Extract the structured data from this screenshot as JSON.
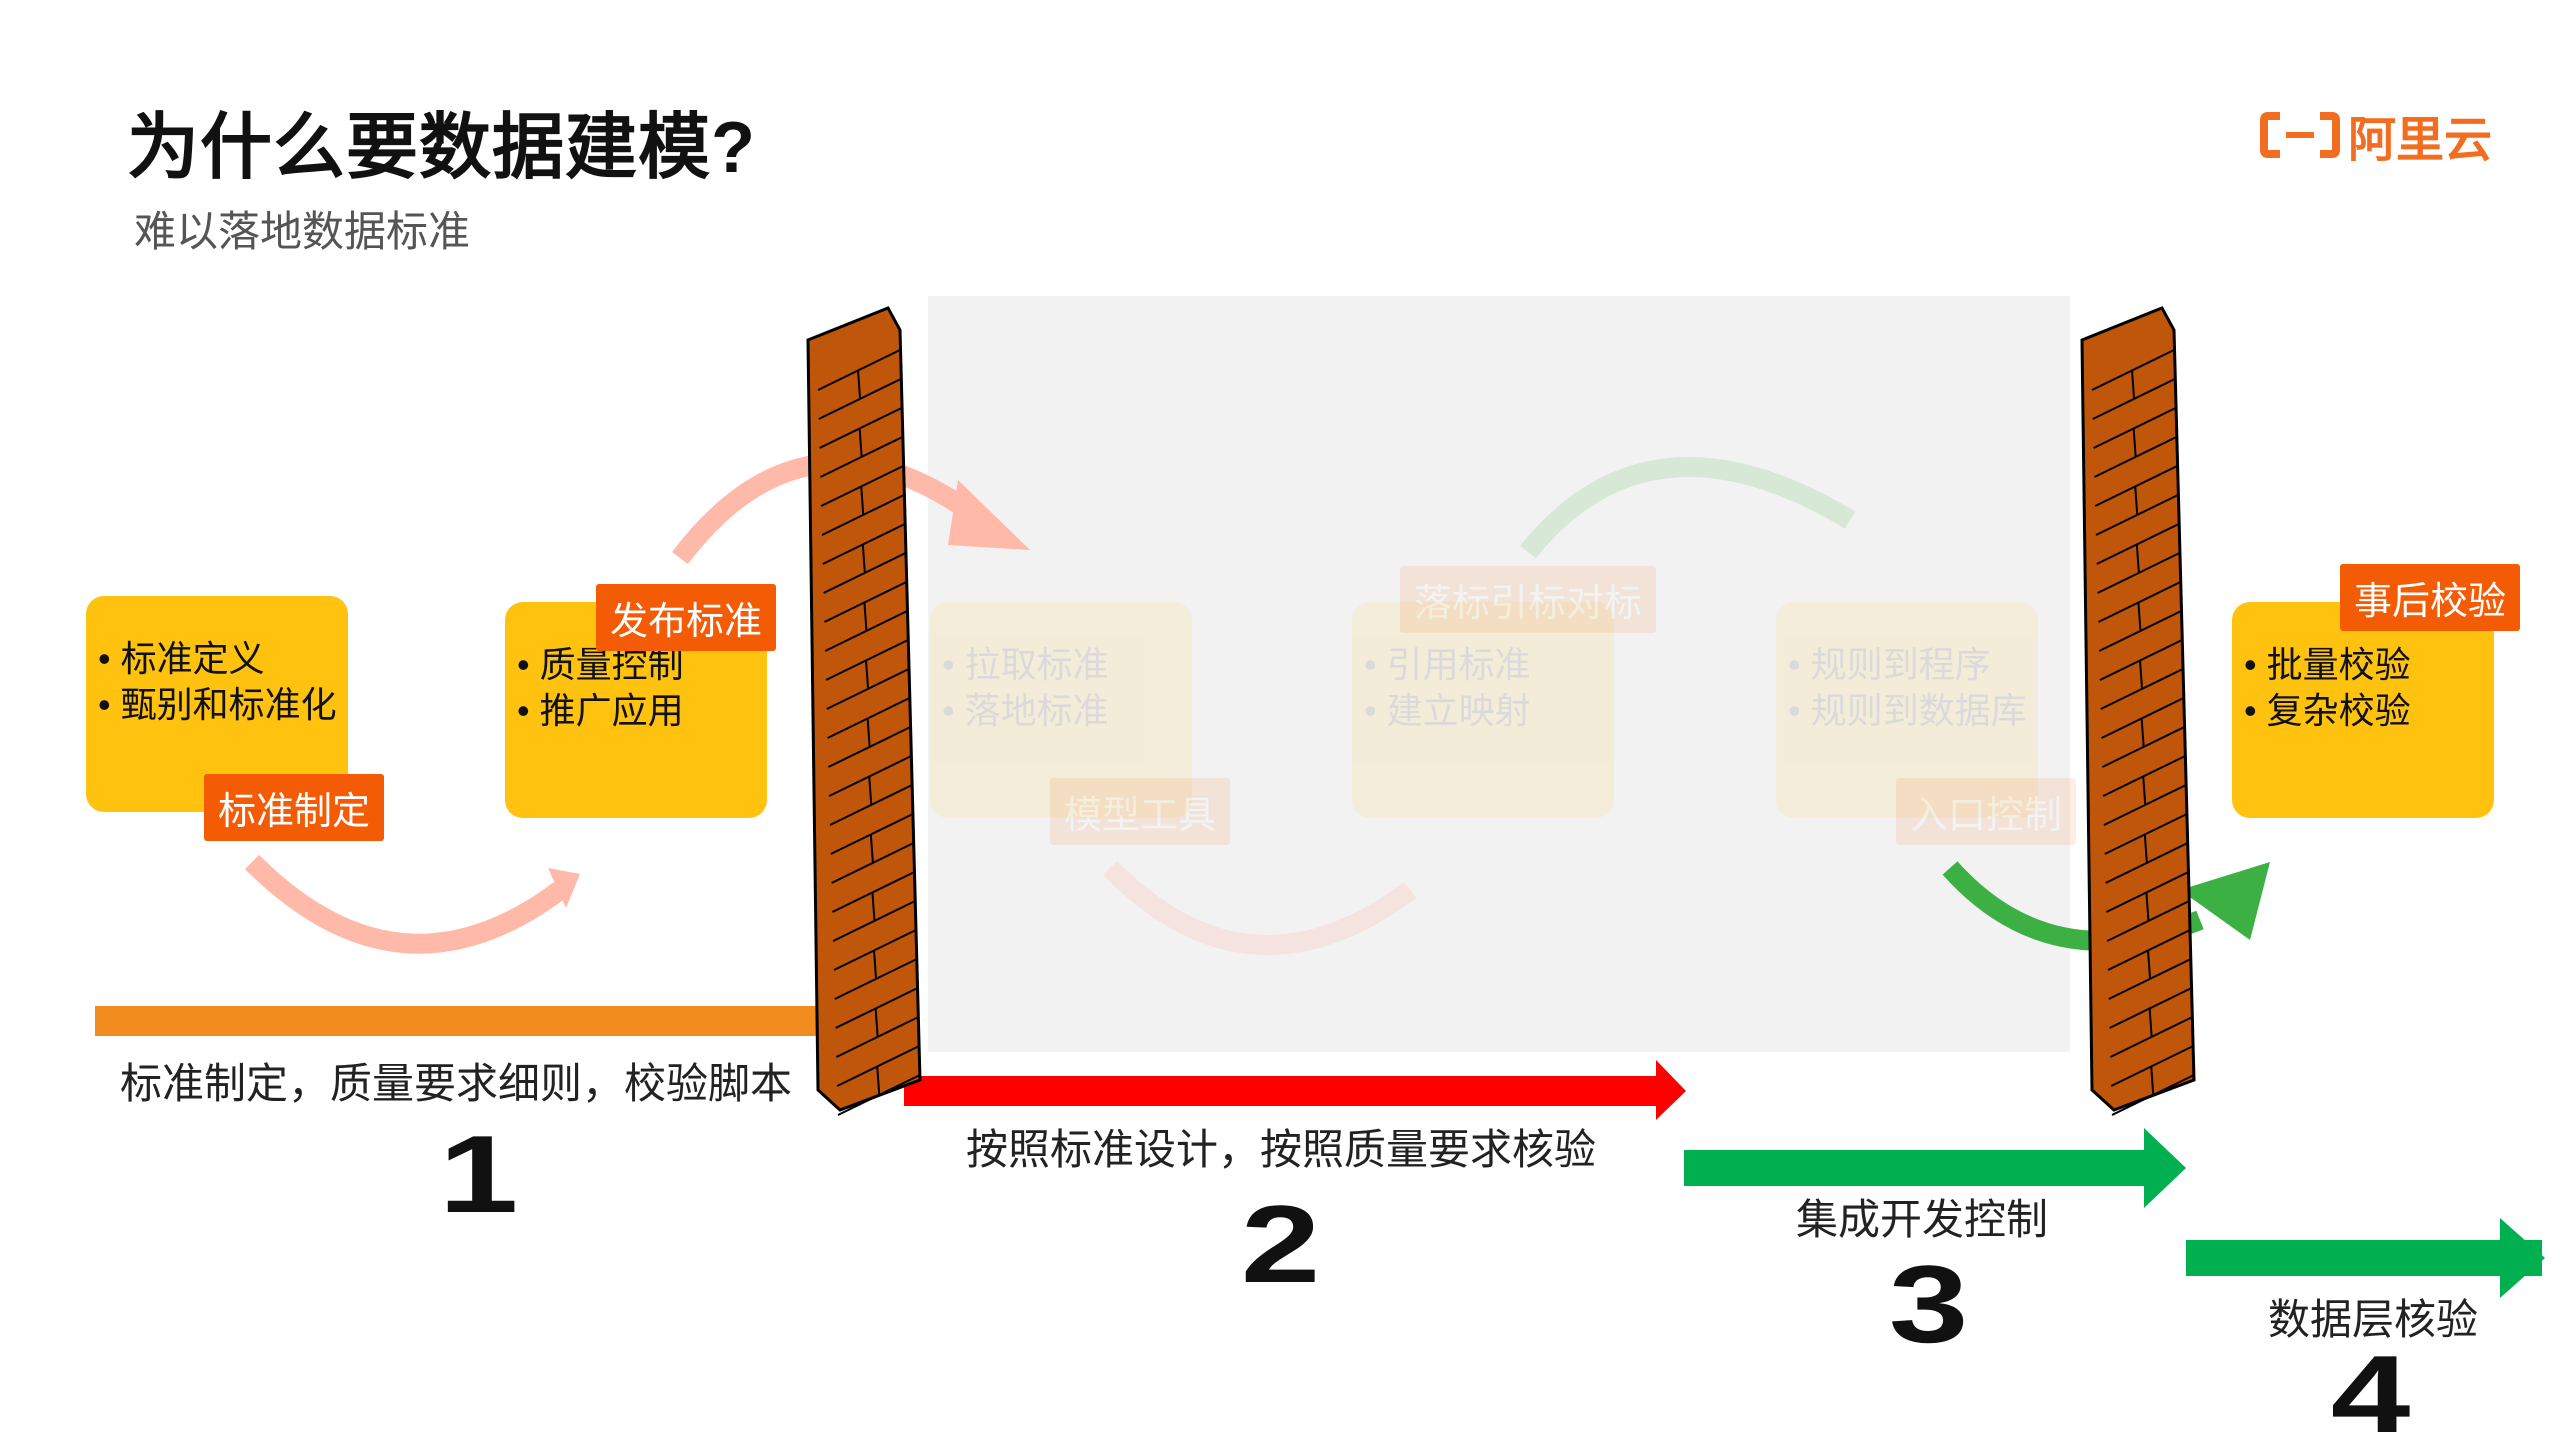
{
  "header": {
    "title": "为什么要数据建模?",
    "subtitle": "难以落地数据标准"
  },
  "logo": {
    "text": "阿里云",
    "icon": "alibaba-cloud-bracket-icon",
    "color": "#f36d21"
  },
  "stages": [
    {
      "items": [
        "标准定义",
        "甄别和标准化"
      ],
      "tag": "标准制定"
    },
    {
      "items": [
        "质量控制",
        "推广应用"
      ],
      "tag": "发布标准"
    },
    {
      "items": [
        "拉取标准",
        "落地标准"
      ],
      "tag": "模型工具"
    },
    {
      "items": [
        "引用标准",
        "建立映射"
      ],
      "tag": "落标引标对标"
    },
    {
      "items": [
        "规则到程序",
        "规则到数据库"
      ],
      "tag": "入口控制"
    },
    {
      "items": [
        "批量校验",
        "复杂校验"
      ],
      "tag": "事后校验"
    }
  ],
  "steps": [
    {
      "caption": "标准制定，质量要求细则，校验脚本",
      "number": "1",
      "color": "#f28c1e"
    },
    {
      "caption": "按照标准设计，按照质量要求核验",
      "number": "2",
      "color": "#ff0000"
    },
    {
      "caption": "集成开发控制",
      "number": "3",
      "color": "#00b050"
    },
    {
      "caption": "数据层核验",
      "number": "4",
      "color": "#00b050"
    }
  ],
  "colors": {
    "box": "#ffc20e",
    "tag": "#f35b04",
    "brick": "#c0560a",
    "faded_area": "#f2f2f2"
  },
  "icons": [
    "brick-wall-icon",
    "curved-arrow-icon"
  ]
}
